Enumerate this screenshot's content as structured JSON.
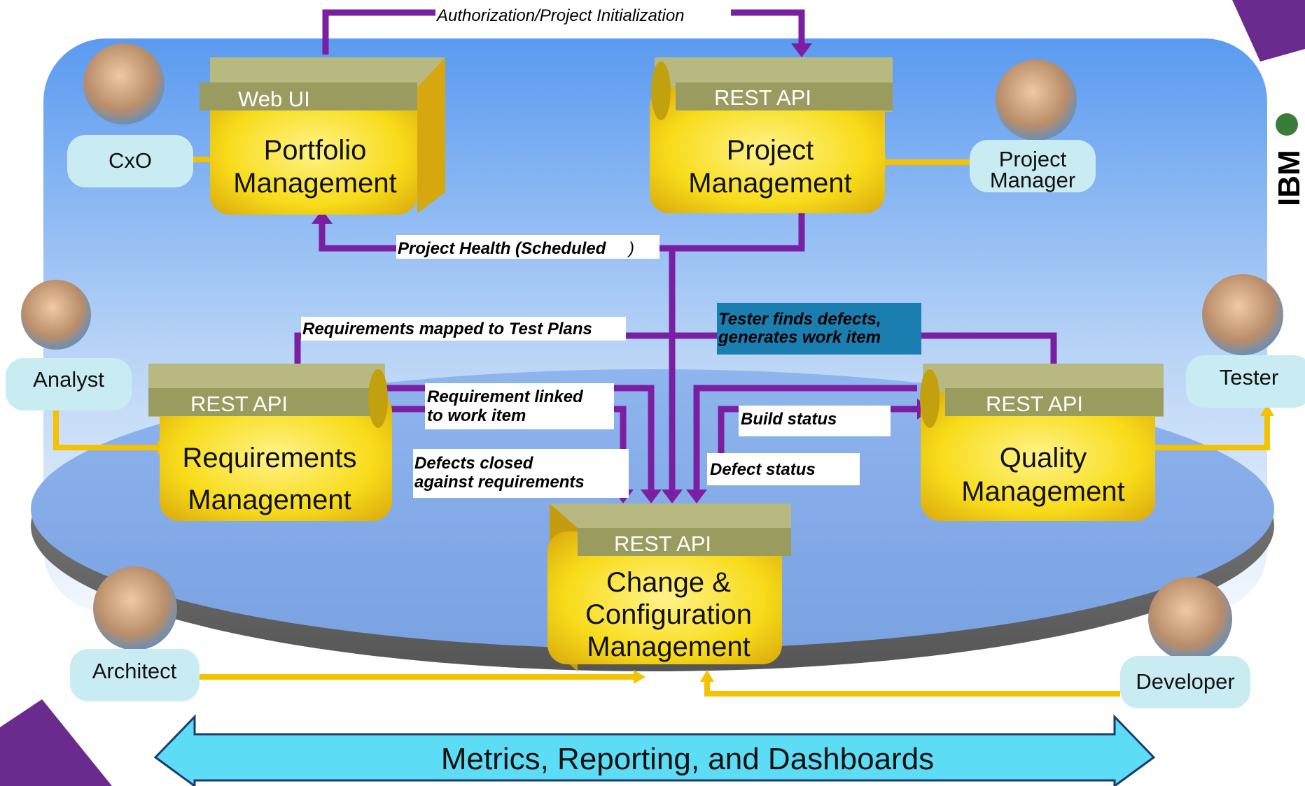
{
  "diagram": {
    "top_label": "Authorization/Project Initialization",
    "boxes": {
      "portfolio": {
        "api": "Web UI",
        "title1": "Portfolio",
        "title2": "Management"
      },
      "project": {
        "api": "REST API",
        "title1": "Project",
        "title2": "Management"
      },
      "requirements": {
        "api": "REST API",
        "title1": "Requirements",
        "title2": "Management"
      },
      "quality": {
        "api": "REST API",
        "title1": "Quality",
        "title2": "Management"
      },
      "ccm": {
        "api": "REST API",
        "title1": "Change &",
        "title2": "Configuration",
        "title3": "Management"
      }
    },
    "people": {
      "cxo": "CxO",
      "project_manager_1": "Project",
      "project_manager_2": "Manager",
      "analyst": "Analyst",
      "tester": "Tester",
      "architect": "Architect",
      "developer": "Developer"
    },
    "flows": {
      "project_health": "Project Health (Scheduled",
      "project_health_paren": ")",
      "req_to_test": "Requirements mapped to Test Plans",
      "tester_finds_1": "Tester finds defects,",
      "tester_finds_2": "generates work item",
      "req_linked_1": "Requirement linked",
      "req_linked_2": "to work item",
      "defects_closed_1": "Defects closed",
      "defects_closed_2": "against requirements",
      "build_status": "Build status",
      "defect_status": "Defect status"
    },
    "banner": "Metrics, Reporting, and Dashboards",
    "logo": "IBM",
    "colors": {
      "purple_arrow": "#7a1fa2",
      "gold_arrow": "#f5c200",
      "box_yellow": "#f7dc1e",
      "box_header": "#9a9b5e",
      "person_label_bg": "#c9ecf2",
      "banner_bg": "#5cdcf5",
      "tester_label_bg": "#1a7fb0"
    }
  }
}
